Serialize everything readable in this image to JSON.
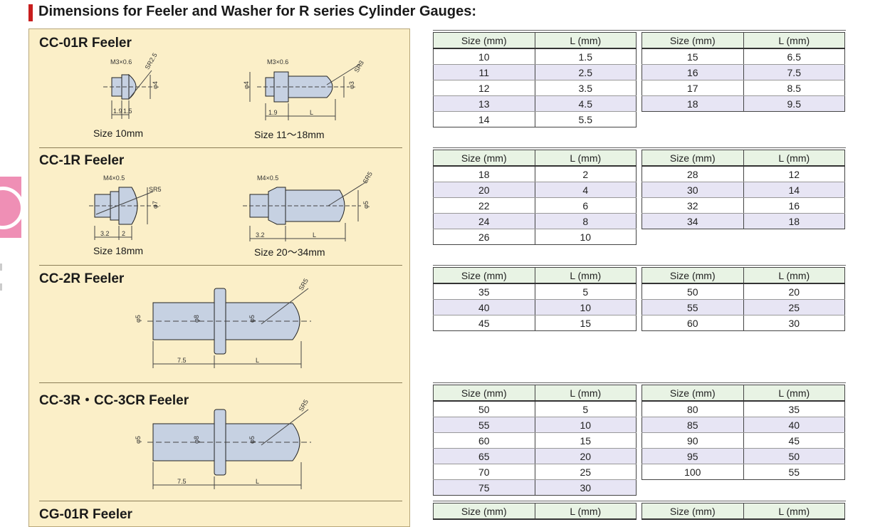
{
  "page": {
    "title": "Dimensions for Feeler and Washer for R series Cylinder Gauges:"
  },
  "sections": [
    {
      "title": "CC-01R Feeler",
      "captions": [
        "Size 10mm",
        "Size 11〜18mm"
      ]
    },
    {
      "title": "CC-1R Feeler",
      "captions": [
        "Size 18mm",
        "Size 20〜34mm"
      ]
    },
    {
      "title": "CC-2R Feeler",
      "captions": []
    },
    {
      "title": "CC-3R・CC-3CR Feeler",
      "captions": []
    },
    {
      "title": "CG-01R Feeler",
      "captions": []
    }
  ],
  "drawing_labels": {
    "cc01r_a": [
      "M3×0.6",
      "SR2.5",
      "φ4",
      "1.9",
      "1.5"
    ],
    "cc01r_b": [
      "M3×0.6",
      "SR3",
      "φ4",
      "φ3",
      "1.9",
      "L"
    ],
    "cc1r_a": [
      "M4×0.5",
      "SR5",
      "φ7",
      "3.2",
      "2"
    ],
    "cc1r_b": [
      "M4×0.5",
      "SR5",
      "φ5",
      "3.2",
      "L"
    ],
    "cc2r": [
      "SR5",
      "φ5",
      "φ8",
      "φ5",
      "7.5",
      "L"
    ],
    "cc3r": [
      "SR5",
      "φ5",
      "φ8",
      "φ5",
      "7.5",
      "L"
    ]
  },
  "tables": {
    "header": [
      "Size (mm)",
      "L (mm)"
    ],
    "cc01r": {
      "left": [
        [
          "10",
          "1.5"
        ],
        [
          "11",
          "2.5"
        ],
        [
          "12",
          "3.5"
        ],
        [
          "13",
          "4.5"
        ],
        [
          "14",
          "5.5"
        ]
      ],
      "right": [
        [
          "15",
          "6.5"
        ],
        [
          "16",
          "7.5"
        ],
        [
          "17",
          "8.5"
        ],
        [
          "18",
          "9.5"
        ]
      ]
    },
    "cc1r": {
      "left": [
        [
          "18",
          "2"
        ],
        [
          "20",
          "4"
        ],
        [
          "22",
          "6"
        ],
        [
          "24",
          "8"
        ],
        [
          "26",
          "10"
        ]
      ],
      "right": [
        [
          "28",
          "12"
        ],
        [
          "30",
          "14"
        ],
        [
          "32",
          "16"
        ],
        [
          "34",
          "18"
        ]
      ]
    },
    "cc2r": {
      "left": [
        [
          "35",
          "5"
        ],
        [
          "40",
          "10"
        ],
        [
          "45",
          "15"
        ]
      ],
      "right": [
        [
          "50",
          "20"
        ],
        [
          "55",
          "25"
        ],
        [
          "60",
          "30"
        ]
      ]
    },
    "cc3r": {
      "left": [
        [
          "50",
          "5"
        ],
        [
          "55",
          "10"
        ],
        [
          "60",
          "15"
        ],
        [
          "65",
          "20"
        ],
        [
          "70",
          "25"
        ],
        [
          "75",
          "30"
        ]
      ],
      "right": [
        [
          "80",
          "35"
        ],
        [
          "85",
          "40"
        ],
        [
          "90",
          "45"
        ],
        [
          "95",
          "50"
        ],
        [
          "100",
          "55"
        ]
      ]
    },
    "cg01r": {
      "left": [],
      "right": []
    }
  },
  "colors": {
    "title_accent": "#c81e1e",
    "panel_bg": "#fbefc8",
    "header_bg": "#e8f3e4",
    "alt_row_bg": "#e7e5f4",
    "side_tab": "#ef8fb5"
  }
}
